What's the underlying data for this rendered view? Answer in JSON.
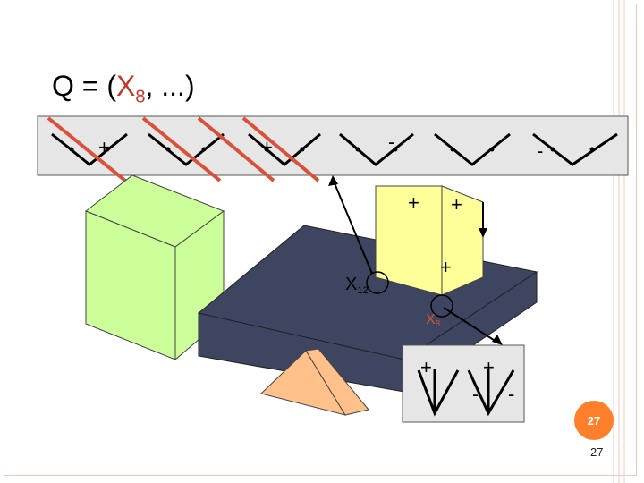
{
  "title": {
    "prefix": "Q = (",
    "var": "X",
    "var_sub": "8",
    "suffix": ", ...)"
  },
  "signs": {
    "top": [
      "+",
      "+",
      "-",
      "-"
    ],
    "box": [
      "+",
      "+",
      "+"
    ],
    "bottom": [
      "+",
      "+",
      "-",
      "-"
    ]
  },
  "nodes": {
    "x12": {
      "base": "X",
      "sub": "12"
    },
    "x8": {
      "base": "X",
      "sub": "8"
    }
  },
  "page": {
    "badge": "27",
    "number": "27"
  },
  "colors": {
    "red": "#d9513a",
    "panel": "#e6e6e6",
    "green_box": "#ccff99",
    "yellow_box": "#ffff99",
    "dark_slab": "#3d4560",
    "prism": "#ffc08a",
    "badge": "#ff7f2a"
  }
}
